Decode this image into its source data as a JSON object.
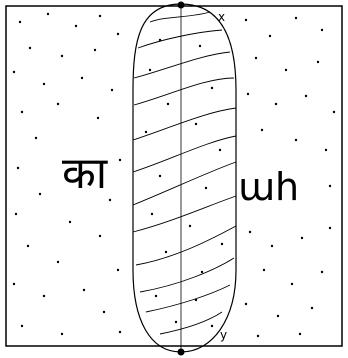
{
  "labels": {
    "left_region": "का",
    "right_region": "ɯh"
  },
  "points": {
    "top": "x",
    "bottom": "y"
  },
  "colors": {
    "stroke": "#000000",
    "background": "#ffffff"
  }
}
